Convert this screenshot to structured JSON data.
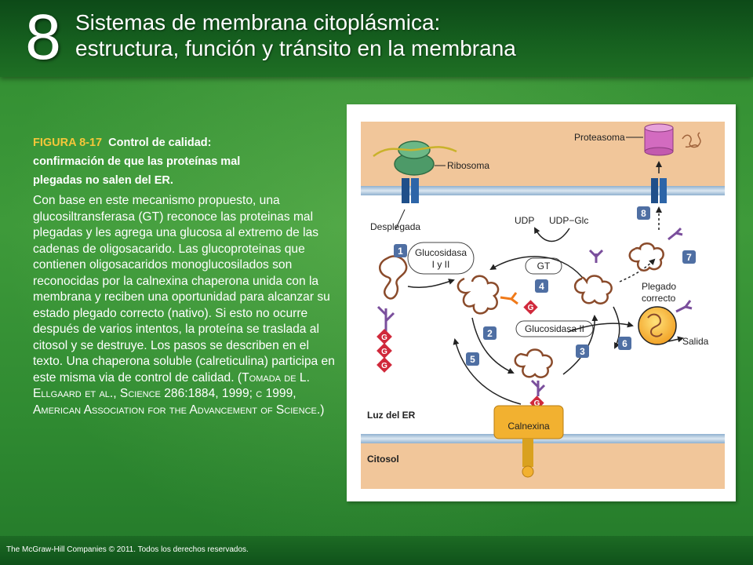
{
  "header": {
    "chapter_number": "8",
    "title_line1": "Sistemas de membrana citoplásmica:",
    "title_line2": "estructura, función y tránsito en la membrana"
  },
  "caption": {
    "figure_label": "FIGURA 8-17",
    "heading_line1": "Control de calidad:",
    "heading_line2": "confirmación de que las proteínas mal",
    "heading_line3": "plegadas no salen del ER.",
    "body": "Con base en este mecanismo propuesto, una glucosiltransferasa (GT) reconoce las proteinas mal plegadas y les agrega una glucosa al extremo de las cadenas de oligosacarido. Las glucoproteinas que contienen oligosacaridos monoglucosilados son reconocidas por la calnexina chaperona unida con la membrana y reciben una oportunidad para alcanzar su estado plegado correcto (nativo). Si esto no ocurre después de varios intentos, la proteína se traslada al citosol y se destruye. Los pasos se describen en el texto. Una chaperona soluble (calreticulina) participa en este misma via de control de calidad.",
    "credit_open": "(",
    "credit_tomada": "Tomada de L. Ellgaard et al., Science",
    "credit_ref": " 286:1884, 1999; ",
    "credit_c": "c",
    "credit_year": " 1999, ",
    "credit_org": "American Association for the Advancement of Science.",
    "credit_close": ")"
  },
  "diagram": {
    "labels": {
      "ribosoma": "Ribosoma",
      "proteasoma": "Proteasoma",
      "desplegada": "Desplegada",
      "glucosidasa_1_2_line1": "Glucosidasa",
      "glucosidasa_1_2_line2": "I y II",
      "udp": "UDP",
      "udp_glc": "UDP−Glc",
      "gt": "GT",
      "glucosidasa_2": "Glucosidasa II",
      "plegado_line1": "Plegado",
      "plegado_line2": "correcto",
      "salida": "Salida",
      "luz_er": "Luz del ER",
      "calnexina": "Calnexina",
      "citosol": "Citosol",
      "glucose_symbol": "G"
    },
    "steps": [
      "1",
      "2",
      "3",
      "4",
      "5",
      "6",
      "7",
      "8"
    ],
    "colors": {
      "cytosol": "#f0c79a",
      "er_lumen": "#ffffff",
      "membrane": "#c3d6e6",
      "membrane_dark": "#5f86ab",
      "step_badge": "#4f6fa3",
      "glucose": "#d0293b",
      "sugar_chain": "#7a4e9c",
      "calnexin": "#f2b130",
      "proteasome": "#d36bc0",
      "protein": "#8a4b2b",
      "ribosome": "#4f9a6a"
    }
  },
  "footer": {
    "copyright": "The McGraw-Hill Companies © 2011. Todos los derechos reservados."
  }
}
